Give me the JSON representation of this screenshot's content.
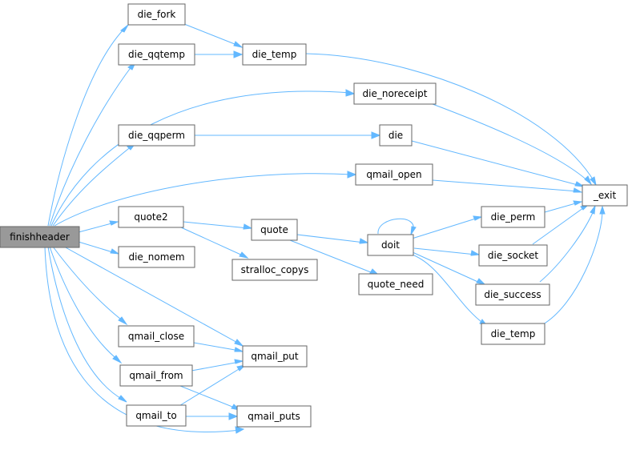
{
  "diagram": {
    "nodes": [
      {
        "id": "finishheader",
        "label": "finishheader",
        "root": true
      },
      {
        "id": "die_fork",
        "label": "die_fork"
      },
      {
        "id": "die_qqtemp",
        "label": "die_qqtemp"
      },
      {
        "id": "die_temp_top",
        "label": "die_temp"
      },
      {
        "id": "die_noreceipt",
        "label": "die_noreceipt"
      },
      {
        "id": "die_qqperm",
        "label": "die_qqperm"
      },
      {
        "id": "die",
        "label": "die"
      },
      {
        "id": "qmail_open",
        "label": "qmail_open"
      },
      {
        "id": "_exit",
        "label": "_exit"
      },
      {
        "id": "quote2",
        "label": "quote2"
      },
      {
        "id": "quote",
        "label": "quote"
      },
      {
        "id": "doit",
        "label": "doit"
      },
      {
        "id": "die_perm",
        "label": "die_perm"
      },
      {
        "id": "die_socket",
        "label": "die_socket"
      },
      {
        "id": "die_success",
        "label": "die_success"
      },
      {
        "id": "die_temp_bottom",
        "label": "die_temp"
      },
      {
        "id": "stralloc_copys",
        "label": "stralloc_copys"
      },
      {
        "id": "quote_need",
        "label": "quote_need"
      },
      {
        "id": "die_nomem",
        "label": "die_nomem"
      },
      {
        "id": "qmail_close",
        "label": "qmail_close"
      },
      {
        "id": "qmail_from",
        "label": "qmail_from"
      },
      {
        "id": "qmail_to",
        "label": "qmail_to"
      },
      {
        "id": "qmail_put",
        "label": "qmail_put"
      },
      {
        "id": "qmail_puts",
        "label": "qmail_puts"
      }
    ],
    "edges": [
      {
        "from": "finishheader",
        "to": "die_fork"
      },
      {
        "from": "finishheader",
        "to": "die_qqtemp"
      },
      {
        "from": "finishheader",
        "to": "die_noreceipt"
      },
      {
        "from": "finishheader",
        "to": "die_qqperm"
      },
      {
        "from": "finishheader",
        "to": "qmail_open"
      },
      {
        "from": "finishheader",
        "to": "quote2"
      },
      {
        "from": "finishheader",
        "to": "die_nomem"
      },
      {
        "from": "finishheader",
        "to": "qmail_put"
      },
      {
        "from": "finishheader",
        "to": "qmail_close"
      },
      {
        "from": "finishheader",
        "to": "qmail_from"
      },
      {
        "from": "finishheader",
        "to": "qmail_to"
      },
      {
        "from": "finishheader",
        "to": "qmail_puts"
      },
      {
        "from": "die_fork",
        "to": "die_temp_top"
      },
      {
        "from": "die_qqtemp",
        "to": "die_temp_top"
      },
      {
        "from": "die_temp_top",
        "to": "_exit"
      },
      {
        "from": "die_noreceipt",
        "to": "_exit"
      },
      {
        "from": "die_qqperm",
        "to": "die"
      },
      {
        "from": "die",
        "to": "_exit"
      },
      {
        "from": "qmail_open",
        "to": "_exit"
      },
      {
        "from": "quote2",
        "to": "quote"
      },
      {
        "from": "quote2",
        "to": "stralloc_copys"
      },
      {
        "from": "quote",
        "to": "doit"
      },
      {
        "from": "quote",
        "to": "quote_need"
      },
      {
        "from": "doit",
        "to": "doit"
      },
      {
        "from": "doit",
        "to": "die_perm"
      },
      {
        "from": "doit",
        "to": "die_socket"
      },
      {
        "from": "doit",
        "to": "die_success"
      },
      {
        "from": "doit",
        "to": "die_temp_bottom"
      },
      {
        "from": "die_perm",
        "to": "_exit"
      },
      {
        "from": "die_socket",
        "to": "_exit"
      },
      {
        "from": "die_success",
        "to": "_exit"
      },
      {
        "from": "die_temp_bottom",
        "to": "_exit"
      },
      {
        "from": "qmail_close",
        "to": "qmail_put"
      },
      {
        "from": "qmail_from",
        "to": "qmail_put"
      },
      {
        "from": "qmail_from",
        "to": "qmail_puts"
      },
      {
        "from": "qmail_to",
        "to": "qmail_put"
      },
      {
        "from": "qmail_to",
        "to": "qmail_puts"
      }
    ]
  }
}
